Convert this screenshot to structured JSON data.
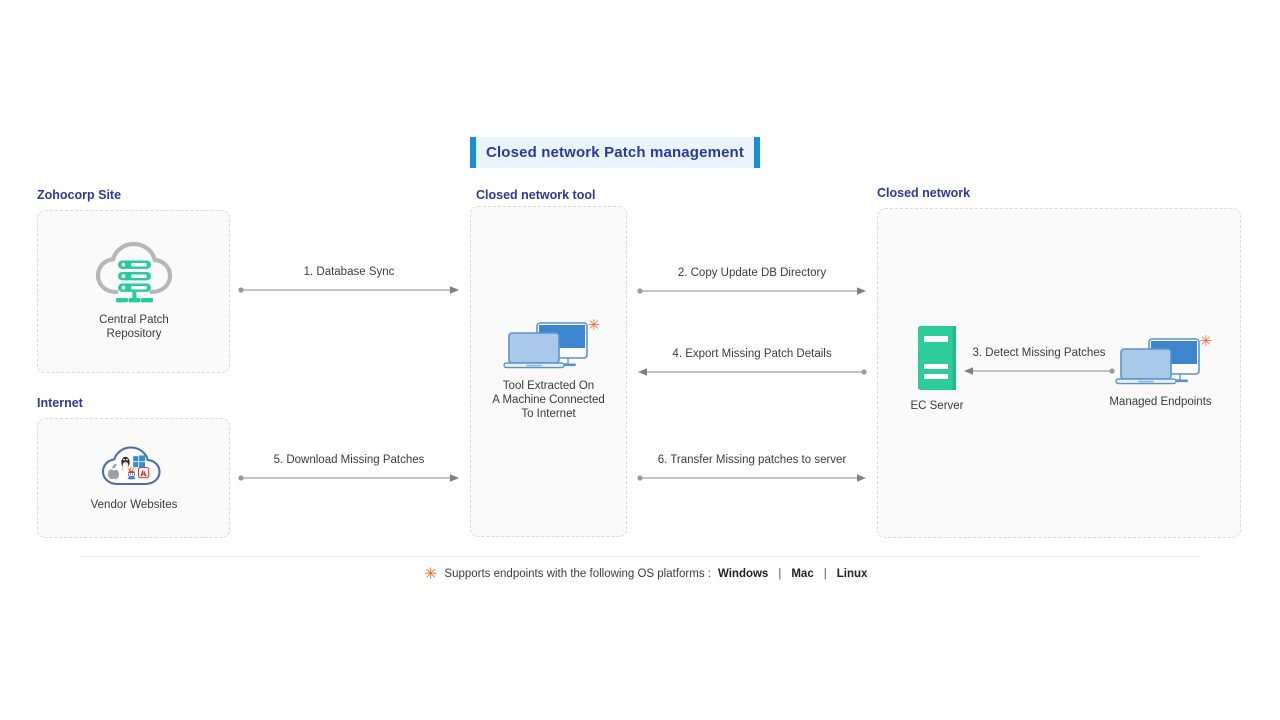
{
  "title": {
    "text": "Closed network Patch management",
    "accent_color": "#1a8fd8",
    "background": "#eaf4fc",
    "text_color": "#2b3a9c"
  },
  "sections": {
    "zohocorp": {
      "caption": "Zohocorp Site"
    },
    "internet": {
      "caption": "Internet"
    },
    "tool": {
      "caption": "Closed network tool"
    },
    "closed": {
      "caption": "Closed network"
    }
  },
  "nodes": {
    "central_repo": {
      "label": "Central Patch\nRepository",
      "icon": "cloud-server-icon",
      "icon_color": "#27cc9e",
      "cloud_color": "#b3b8bd"
    },
    "vendor_websites": {
      "label": "Vendor Websites",
      "icon": "cloud-vendors-icon",
      "cloud_color": "#4a6fa5"
    },
    "tool_machine": {
      "label": "Tool Extracted On\nA Machine Connected\nTo Internet",
      "icon": "desktop-laptop-icon",
      "marker": "✳",
      "marker_color": "#f1672c"
    },
    "ec_server": {
      "label": "EC Server",
      "icon": "server-tower-icon",
      "icon_color": "#2ecc9a"
    },
    "managed_endpoints": {
      "label": "Managed Endpoints",
      "icon": "desktop-laptop-icon",
      "marker": "✳",
      "marker_color": "#f1672c"
    }
  },
  "arrows": [
    {
      "id": "1",
      "label": "1. Database Sync",
      "direction": "right"
    },
    {
      "id": "2",
      "label": "2. Copy Update DB Directory",
      "direction": "right"
    },
    {
      "id": "3",
      "label": "3. Detect Missing Patches",
      "direction": "left"
    },
    {
      "id": "4",
      "label": "4. Export Missing Patch Details",
      "direction": "left"
    },
    {
      "id": "5",
      "label": "5. Download Missing Patches",
      "direction": "right"
    },
    {
      "id": "6",
      "label": "6. Transfer Missing patches to server",
      "direction": "right"
    }
  ],
  "footer": {
    "marker": "✳",
    "text": "Supports endpoints with the following OS platforms :",
    "platforms": [
      "Windows",
      "Mac",
      "Linux"
    ],
    "separator": "|"
  }
}
